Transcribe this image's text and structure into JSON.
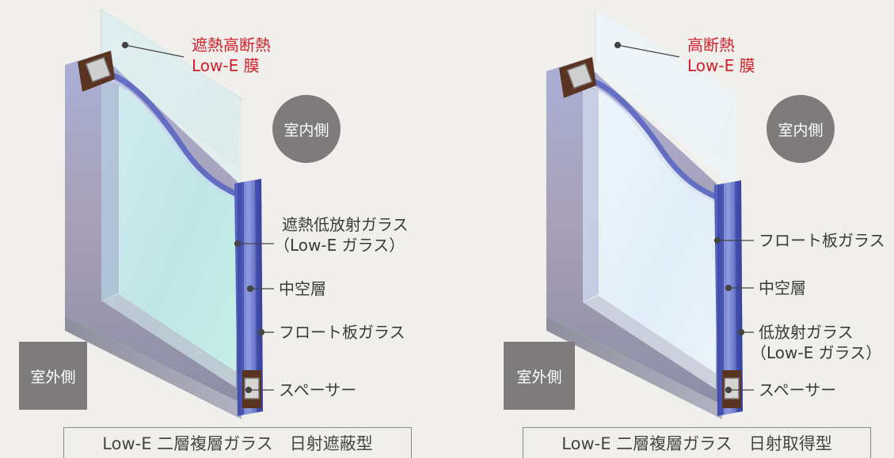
{
  "colors": {
    "label_red": "#d21f2a",
    "text_gray": "#3a3a3a",
    "bubble_gray": "#7d7b7b",
    "background": "#f1efeb"
  },
  "left": {
    "coating_line1": "遮熱高断熱",
    "coating_line2": "Low-E 膜",
    "indoor": "室内側",
    "outdoor": "室外側",
    "glass1_line1": "遮熱低放射ガラス",
    "glass1_line2": "（Low-E ガラス）",
    "hollow": "中空層",
    "glass2": "フロート板ガラス",
    "spacer": "スペーサー",
    "caption": "Low-E 二層複層ガラス　日射遮蔽型"
  },
  "right": {
    "coating_line1": "高断熱",
    "coating_line2": "Low-E 膜",
    "indoor": "室内側",
    "outdoor": "室外側",
    "glass1": "フロート板ガラス",
    "hollow": "中空層",
    "glass2_line1": "低放射ガラス",
    "glass2_line2": "（Low-E ガラス）",
    "spacer": "スペーサー",
    "caption": "Low-E 二層複層ガラス　日射取得型"
  }
}
